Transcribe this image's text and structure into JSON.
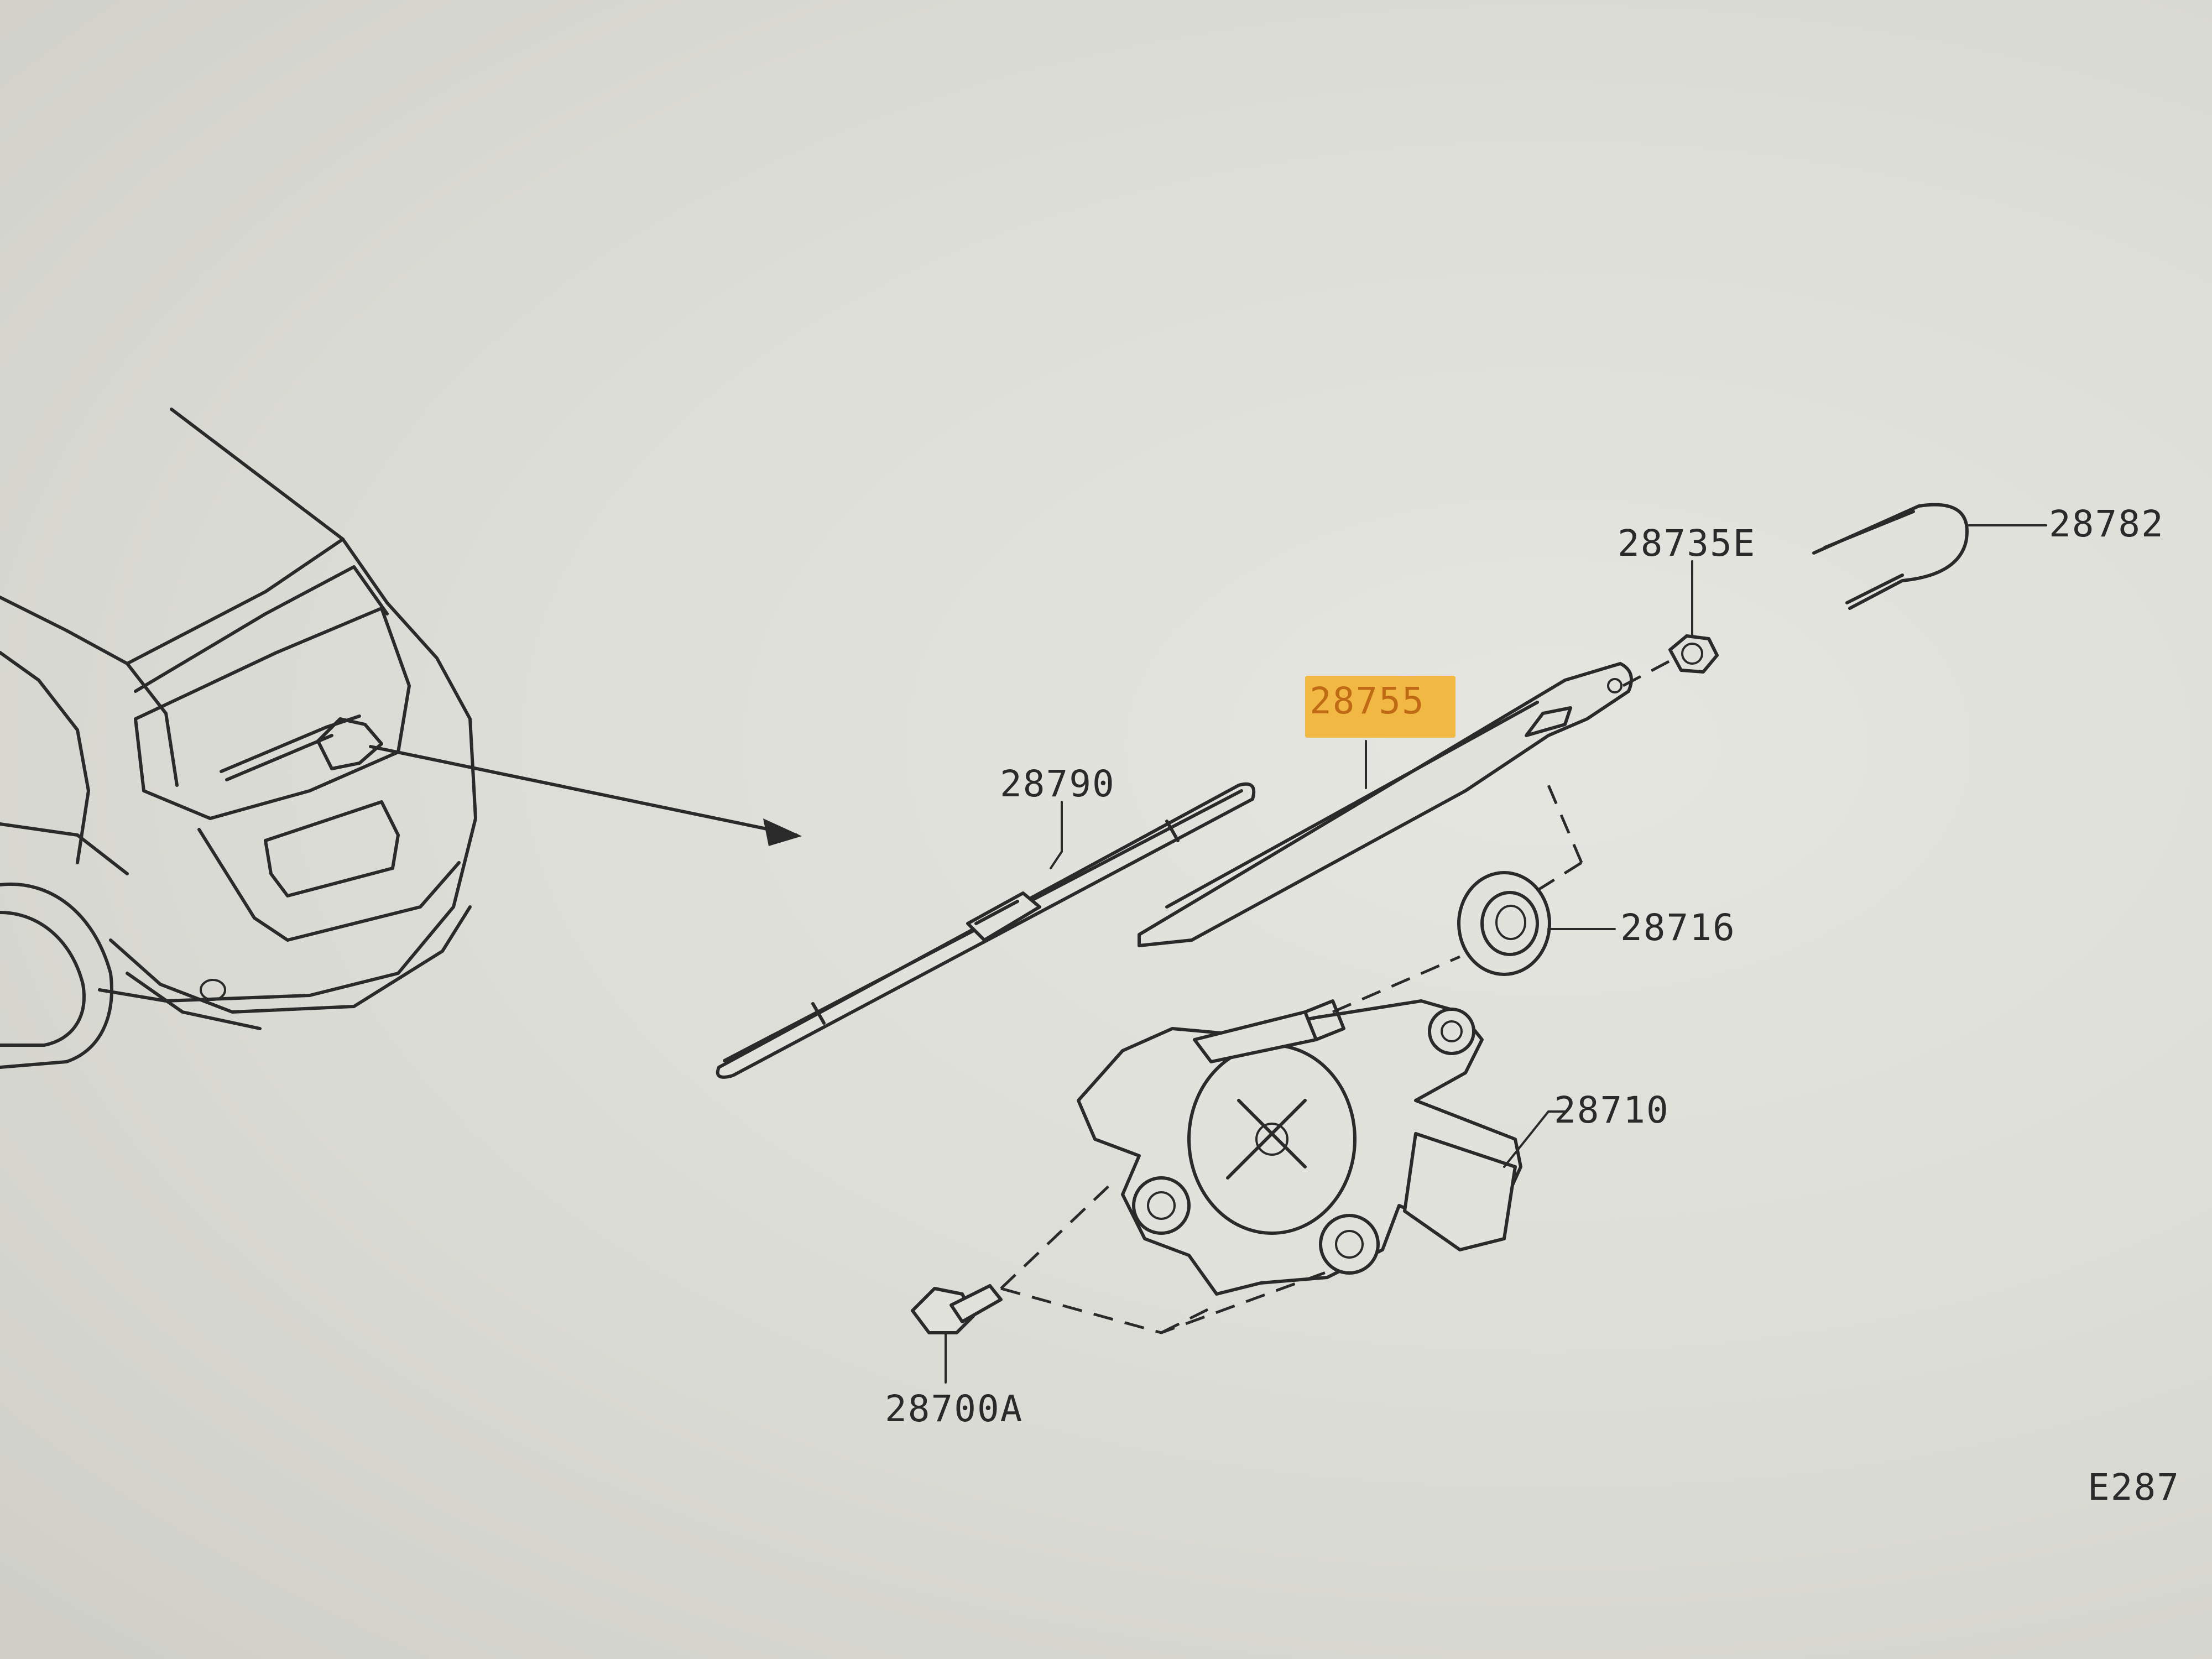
{
  "diagram": {
    "part_labels": {
      "p28782": "28782",
      "p28735e": "28735E",
      "p28755": "28755",
      "p28790": "28790",
      "p28716": "28716",
      "p28710": "28710",
      "p28700a": "28700A",
      "ref_code": "E287"
    },
    "highlighted_part": "28755",
    "colors": {
      "highlight": "#f2b233",
      "line": "#2a2a2a",
      "paper": "#e2e2dc"
    }
  }
}
